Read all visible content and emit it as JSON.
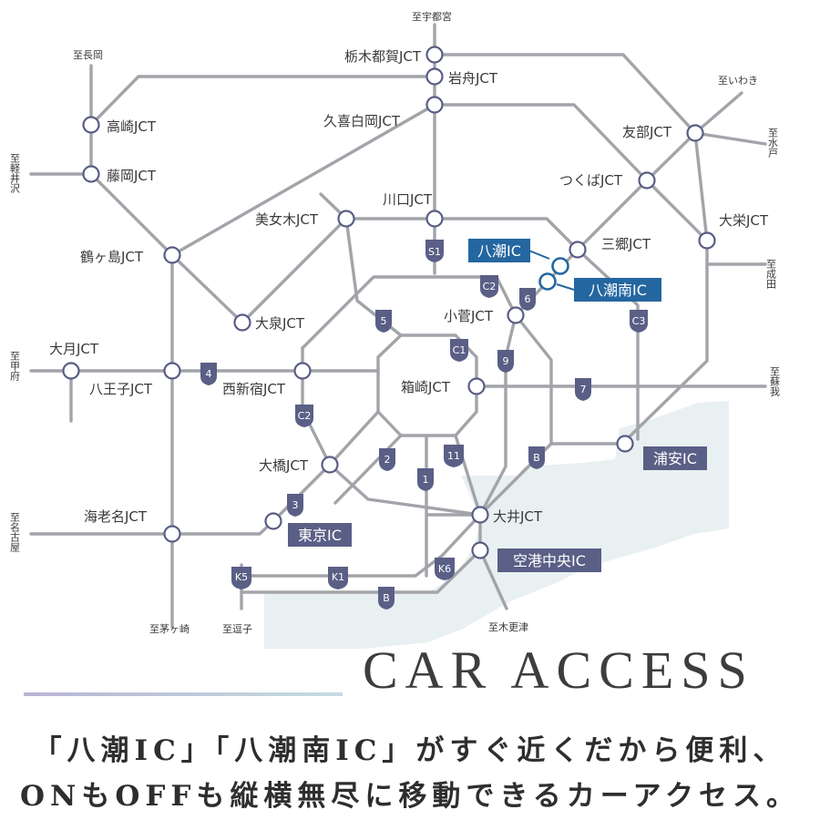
{
  "title": "CAR ACCESS",
  "tagline": {
    "line1": "「八潮IC」「八潮南IC」がすぐ近くだから便利、",
    "line2": "ONもOFFも縦横無尽に移動できるカーアクセス。"
  },
  "junctions": {
    "tochigitsuga": "栃木都賀JCT",
    "iwafune": "岩舟JCT",
    "kukishiraoka": "久喜白岡JCT",
    "takasaki": "高崎JCT",
    "fujioka": "藤岡JCT",
    "tomobe": "友部JCT",
    "tsukuba": "つくばJCT",
    "oei": "大栄JCT",
    "misato": "三郷JCT",
    "kawaguchi": "川口JCT",
    "bijogi": "美女木JCT",
    "tsurugashima": "鶴ヶ島JCT",
    "oizumi": "大泉JCT",
    "kosuge": "小菅JCT",
    "otsuki": "大月JCT",
    "hachioji": "八王子JCT",
    "nishishinjuku": "西新宿JCT",
    "hakozaki": "箱崎JCT",
    "ohashi": "大橋JCT",
    "ebina": "海老名JCT",
    "oi": "大井JCT"
  },
  "interchanges": {
    "yashio": "八潮IC",
    "yashiominami": "八潮南IC",
    "urayasu": "浦安IC",
    "tokyo": "東京IC",
    "kuko": "空港中央IC"
  },
  "destinations": {
    "utsunomiya": "至宇都宮",
    "nagaoka": "至長岡",
    "iwaki": "至いわき",
    "mito": "至水戸",
    "karuizawa": "至軽井沢",
    "narita": "至成田",
    "kofu": "至甲府",
    "soga": "至蘇我",
    "nagoya": "至名古屋",
    "chigasaki": "至茅ヶ崎",
    "zushi": "至逗子",
    "kisarazu": "至木更津"
  },
  "route_shields": [
    "S1",
    "C2",
    "6",
    "C3",
    "5",
    "C1",
    "9",
    "4",
    "7",
    "C2",
    "2",
    "11",
    "B",
    "1",
    "3",
    "K5",
    "K1",
    "K6",
    "B"
  ],
  "colors": {
    "road": "#a3a4aa",
    "node_stroke": "#585d84",
    "shield": "#5a5f86",
    "highlight": "#2466a0",
    "bay": "#e8f0f1"
  }
}
